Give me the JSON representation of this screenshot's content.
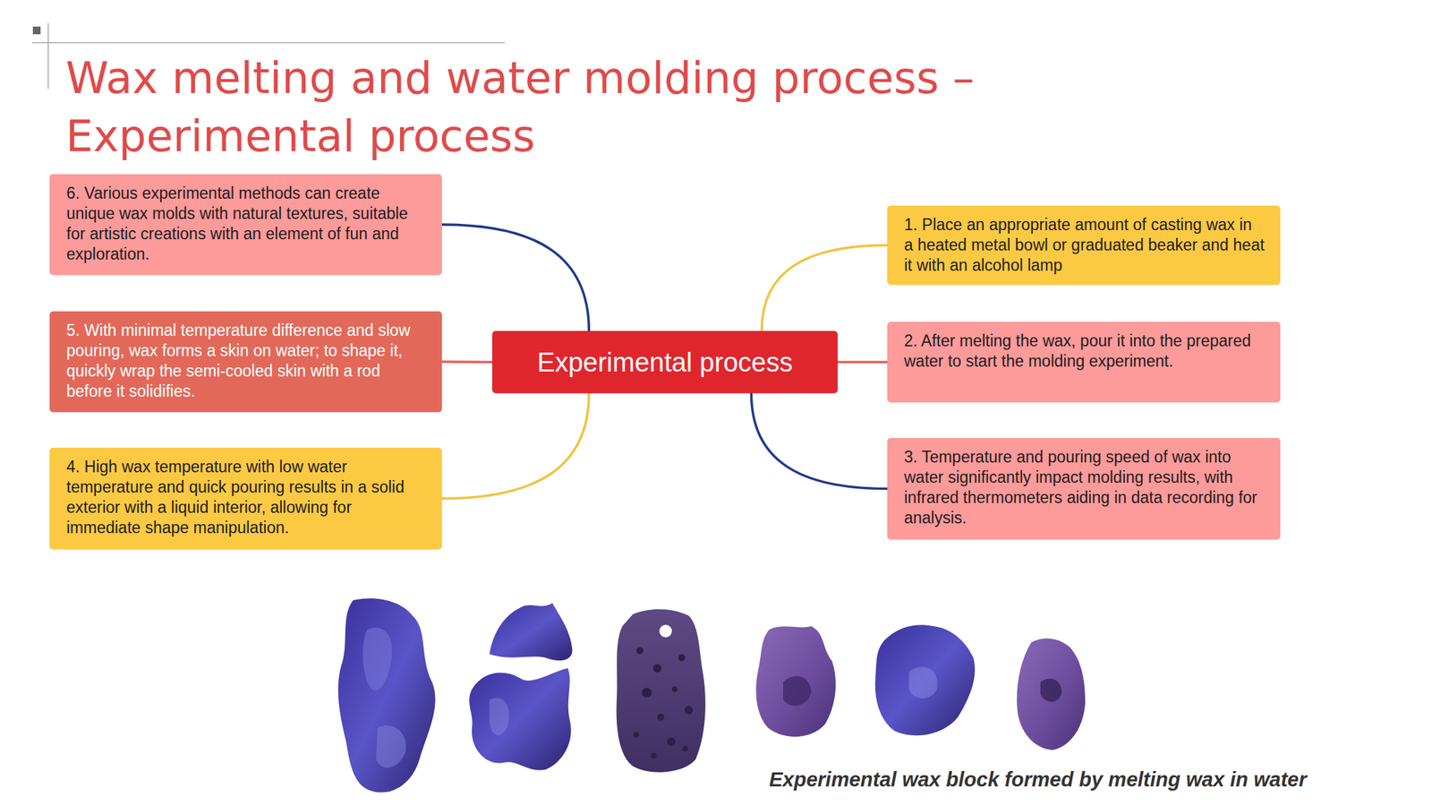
{
  "diagram": {
    "title": "Wax melting and water molding process – Experimental process",
    "caption": "Experimental wax block formed by melting wax in water",
    "nodes": [
      {
        "text": [
          "Experimental process"
        ]
      },
      {
        "text": [
          "1. Place an appropriate amount of casting wax in a heated metal bowl or graduated beaker and heat it with an alcohol lamp"
        ]
      },
      {
        "text": [
          "2. After melting the wax, pour it into the prepared water to start the molding experiment."
        ]
      },
      {
        "text": [
          "3. Temperature and pouring speed of wax into water significantly impact molding results, with infrared thermometers aiding in data recording for analysis."
        ]
      },
      {
        "text": [
          "4. High wax temperature with low water temperature and quick pouring results in a solid exterior with a liquid interior, allowing for immediate shape manipulation."
        ]
      },
      {
        "text": [
          "5. With minimal temperature difference and slow pouring, wax forms a skin on water; to shape it, quickly wrap the semi-cooled skin with a rod before it solidifies."
        ]
      },
      {
        "text": [
          "6. Various experimental methods can create unique wax molds with natural textures, suitable for artistic creations with an element of fun and exploration."
        ]
      }
    ],
    "edges": [
      {
        "from": 0,
        "to": 1,
        "arrow": "none"
      },
      {
        "from": 0,
        "to": 2,
        "arrow": "none"
      },
      {
        "from": 0,
        "to": 3,
        "arrow": "none"
      },
      {
        "from": 0,
        "to": 4,
        "arrow": "none"
      },
      {
        "from": 0,
        "to": 5,
        "arrow": "none"
      },
      {
        "from": 0,
        "to": 6,
        "arrow": "none"
      }
    ]
  }
}
